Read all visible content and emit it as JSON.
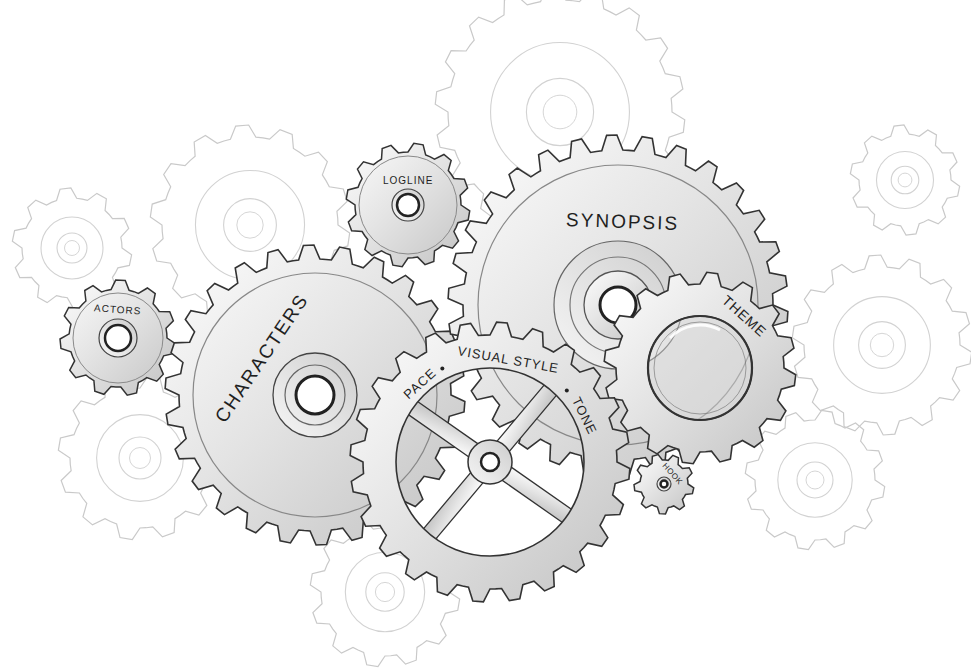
{
  "diagram": {
    "nodes": [
      {
        "text": [
          "LOGLINE"
        ]
      },
      {
        "text": [
          "ACTORS"
        ]
      },
      {
        "text": [
          "CHARACTERS"
        ]
      },
      {
        "text": [
          "SYNOPSIS"
        ]
      },
      {
        "text": [
          "THEME"
        ]
      },
      {
        "text": [
          "PACE",
          "VISUAL STYLE",
          "TONE"
        ]
      },
      {
        "text": [
          "HOOK"
        ]
      }
    ]
  }
}
